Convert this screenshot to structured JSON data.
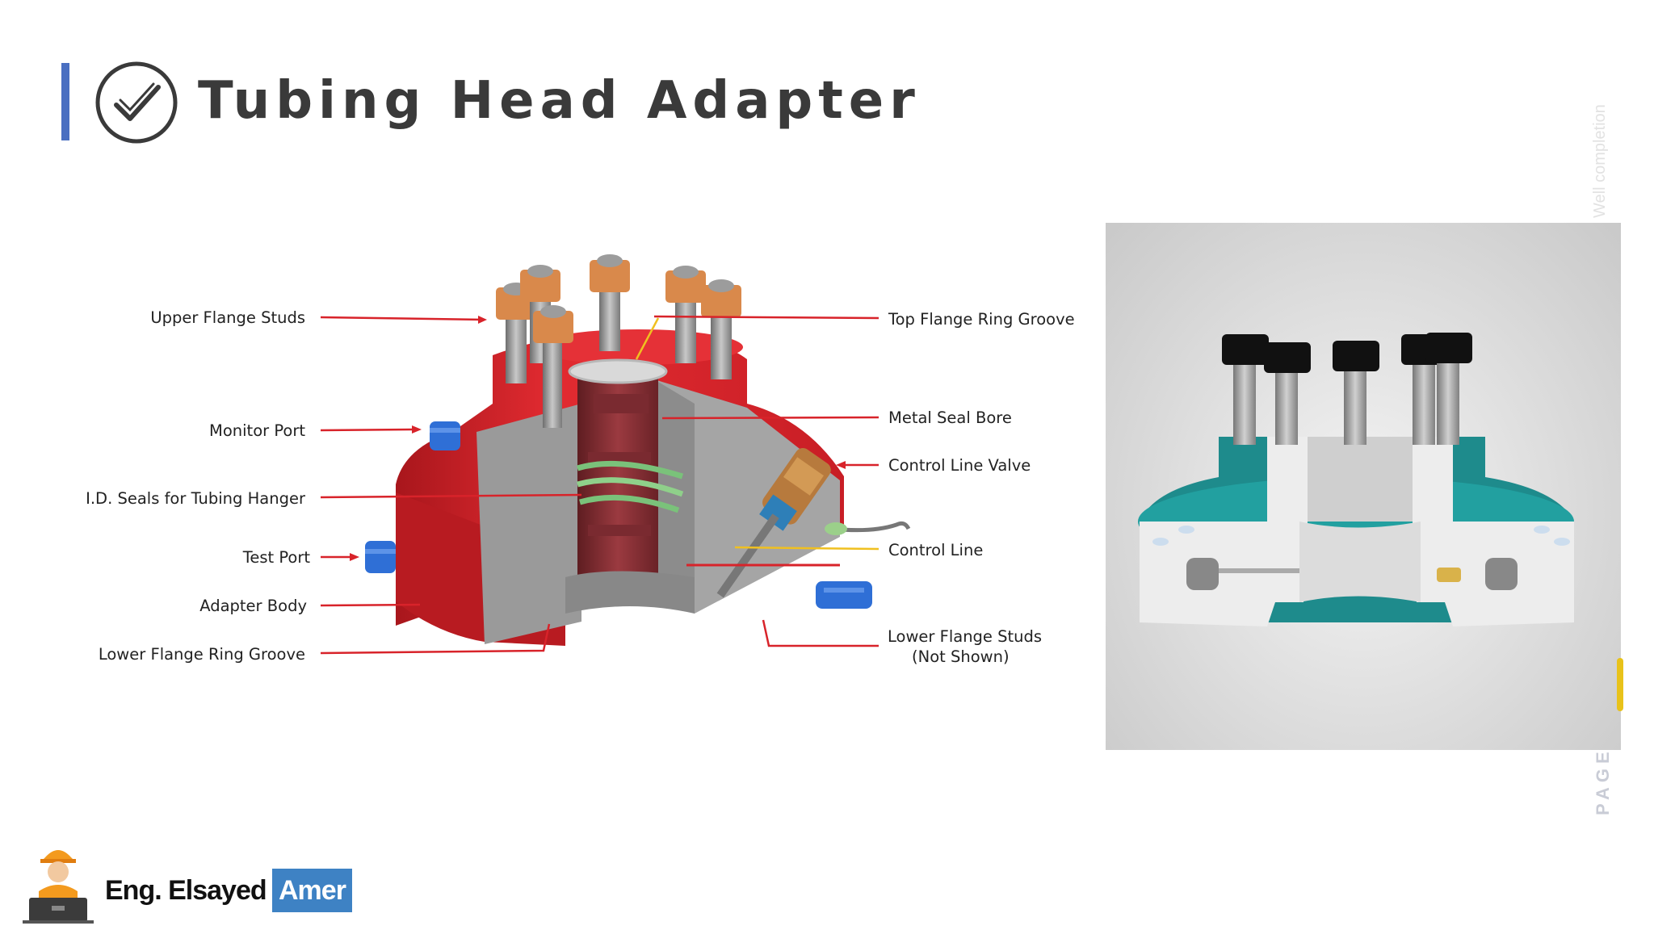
{
  "page": {
    "title": "Tubing Head Adapter",
    "side_caption": "Well completion",
    "page_marker": "PAGE"
  },
  "diagram": {
    "left_labels": [
      "Upper Flange Studs",
      "Monitor Port",
      "I.D. Seals for Tubing Hanger",
      "Test Port",
      "Adapter Body",
      "Lower Flange Ring Groove"
    ],
    "right_labels": [
      "Top Flange Ring Groove",
      "Metal Seal Bore",
      "Control Line Valve",
      "Control Line",
      "Lower Flange Studs",
      "(Not Shown)"
    ]
  },
  "logo": {
    "name": "Eng. Elsayed",
    "surname": "Amer"
  },
  "colors": {
    "accent": "#4a6fc1",
    "adapter_red": "#d8232a",
    "leader_red": "#d8232a",
    "leader_yellow": "#f0c020",
    "stud_copper": "#d9894b",
    "port_blue": "#2f6fd6",
    "photo_teal": "#1e8b8c",
    "logo_blue": "#3e82c4"
  }
}
